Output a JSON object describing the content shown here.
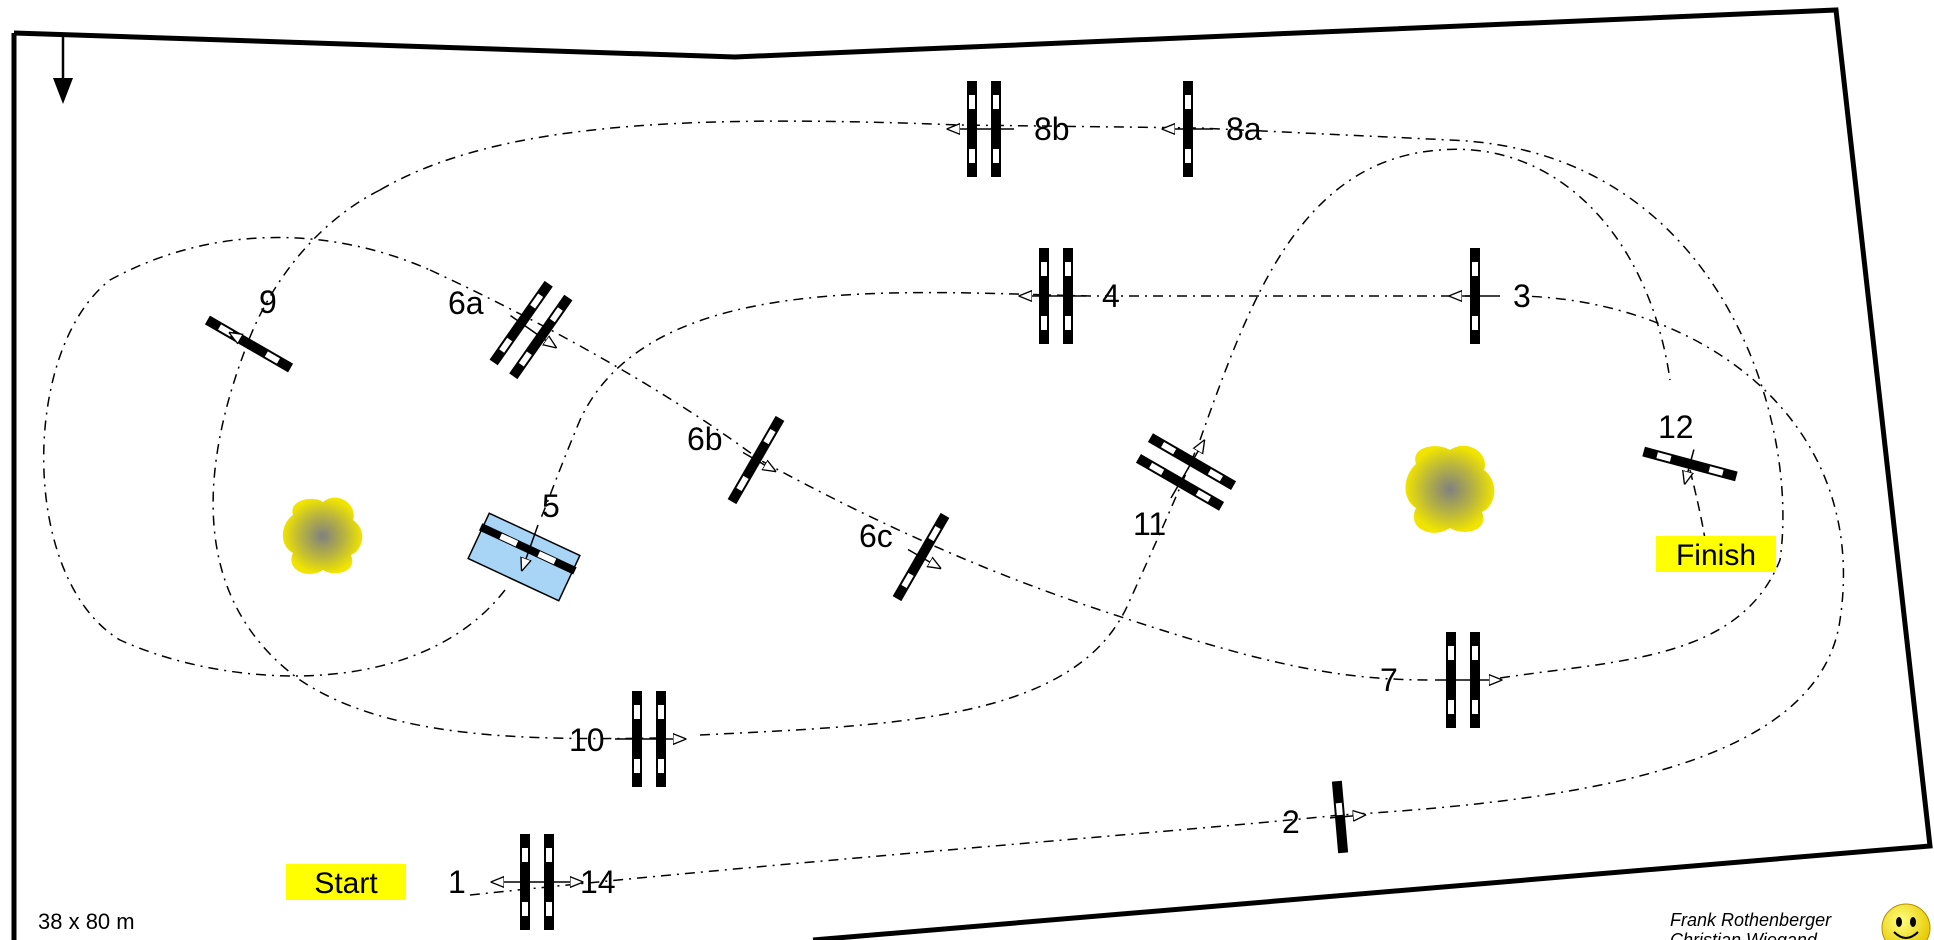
{
  "labels": {
    "start": "Start",
    "finish": "Finish",
    "size": "38 x 80 m",
    "credit_line1": "Frank Rothenberger",
    "credit_line2": "Christian Wiegand"
  },
  "obstacles": [
    {
      "id": "1",
      "label": "1"
    },
    {
      "id": "14",
      "label": "14"
    },
    {
      "id": "2",
      "label": "2"
    },
    {
      "id": "3",
      "label": "3"
    },
    {
      "id": "4",
      "label": "4"
    },
    {
      "id": "5",
      "label": "5"
    },
    {
      "id": "6a",
      "label": "6a"
    },
    {
      "id": "6b",
      "label": "6b"
    },
    {
      "id": "6c",
      "label": "6c"
    },
    {
      "id": "7",
      "label": "7"
    },
    {
      "id": "8a",
      "label": "8a"
    },
    {
      "id": "8b",
      "label": "8b"
    },
    {
      "id": "9",
      "label": "9"
    },
    {
      "id": "10",
      "label": "10"
    },
    {
      "id": "11",
      "label": "11"
    },
    {
      "id": "12",
      "label": "12"
    }
  ],
  "colors": {
    "tag_yellow": "#ffff00",
    "water_blue": "#a8d4f5",
    "bush_yellow": "#f0e400",
    "bush_center": "#8a8a8a"
  },
  "icons": {
    "entry_arrow": "arrow-down-icon",
    "smiley": "smiley-icon"
  }
}
